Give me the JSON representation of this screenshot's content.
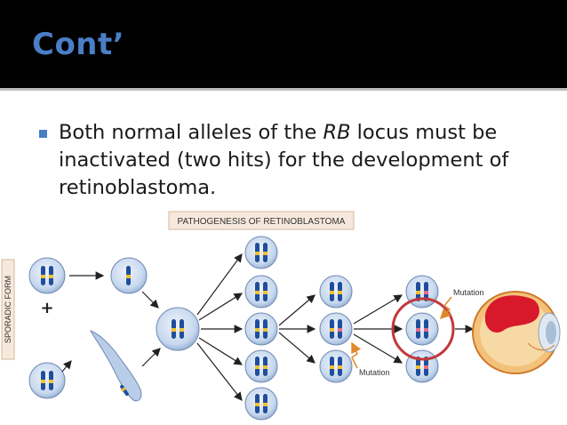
{
  "slide": {
    "title": "Cont’",
    "bullet": {
      "text_before": "Both normal alleles of the ",
      "text_italic": "RB",
      "text_after": " locus must be inactivated (two hits) for the development of retinoblastoma."
    }
  },
  "figure": {
    "heading": "PATHOGENESIS OF RETINOBLASTOMA",
    "side_label": "SPORADIC FORM",
    "labels": {
      "mutation_top": "Mutation",
      "mutation_bottom": "Mutation",
      "plus_sign": "+"
    },
    "colors": {
      "title_blue": "#4a7ec6",
      "cell_blue": "#b9cde8",
      "chromosome_blue": "#1f4e9c",
      "allele_yellow": "#f2c12e",
      "allele_pink": "#e86b8a",
      "circle_red": "#c0393b",
      "mutation_orange": "#e0882a",
      "tumor_red": "#d8192b"
    }
  }
}
